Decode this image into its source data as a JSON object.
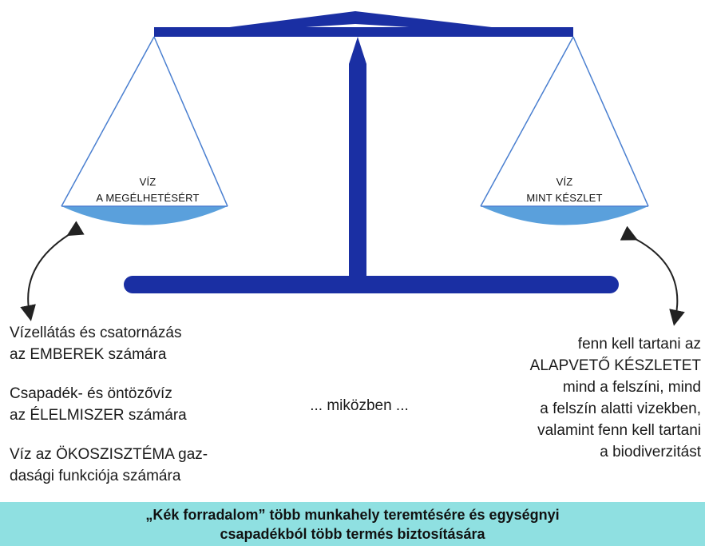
{
  "left_pan": {
    "line1": "VÍZ",
    "line2": "A MEGÉLHETÉSÉRT"
  },
  "right_pan": {
    "line1": "VÍZ",
    "line2": "MINT KÉSZLET"
  },
  "left_column": {
    "item1": {
      "line1": "Vízellátás és csatornázás",
      "line2": "az EMBEREK számára"
    },
    "item2": {
      "line1": "Csapadék- és öntözővíz",
      "line2": "az ÉLELMISZER számára"
    },
    "item3": {
      "line1": "Víz az ÖKOSZISZTÉMA gaz-",
      "line2": "dasági funkciója számára"
    }
  },
  "middle_text": "... miközben ...",
  "right_column": {
    "line1": "fenn kell tartani az",
    "line2": "ALAPVETŐ KÉSZLETET",
    "line3": "mind a felszíni, mind",
    "line4": "a felszín alatti vizekben,",
    "line5": "valamint fenn kell tartani",
    "line6": "a biodiverzitást"
  },
  "banner": {
    "line1": "„Kék forradalom” több munkahely teremtésére és egységnyi",
    "line2": "csapadékból több termés biztosítására"
  },
  "colors": {
    "scale_blue": "#1a2fa3",
    "pan_fill": "#5aa0dc",
    "banner_bg": "#8fe0e1"
  }
}
